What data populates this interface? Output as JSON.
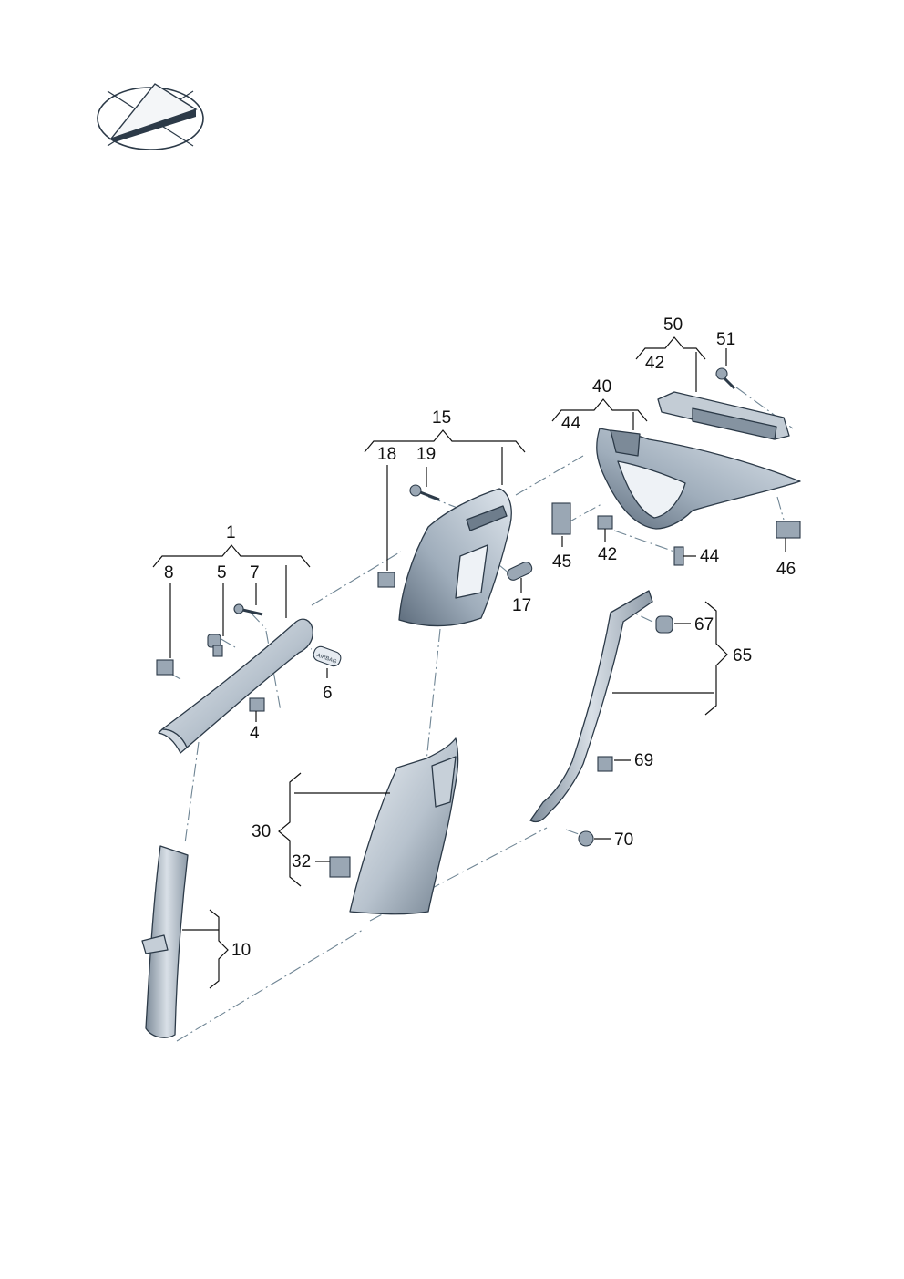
{
  "colors": {
    "part_light": "#e6ebf1",
    "part_mid": "#aab6c3",
    "part_dark": "#5d6c7c",
    "outline": "#2c3a48",
    "leader": "#111111",
    "dash": "#6f8594"
  },
  "icons": {
    "orientation": "direction-arrow-icon"
  },
  "labels": {
    "l1": "1",
    "l4": "4",
    "l5": "5",
    "l6": "6",
    "l7": "7",
    "l8": "8",
    "l10": "10",
    "l15": "15",
    "l17": "17",
    "l18": "18",
    "l19": "19",
    "l30": "30",
    "l32": "32",
    "l40": "40",
    "l42a": "42",
    "l42b": "42",
    "l44a": "44",
    "l44b": "44",
    "l45": "45",
    "l46": "46",
    "l50": "50",
    "l51": "51",
    "l65": "65",
    "l67": "67",
    "l69": "69",
    "l70": "70"
  },
  "airbag_text": "AIRBAG"
}
